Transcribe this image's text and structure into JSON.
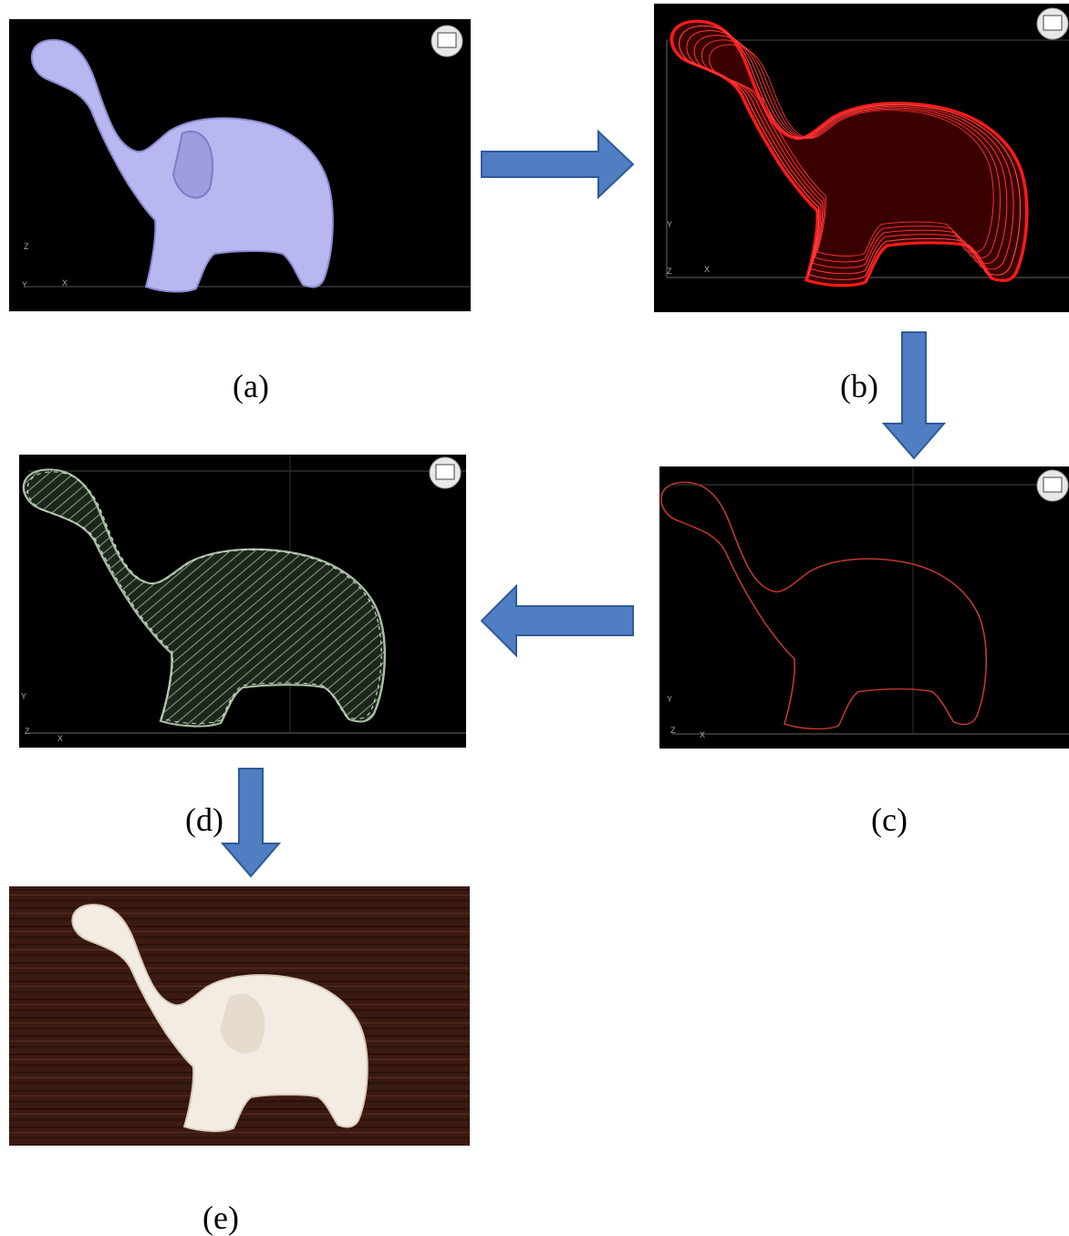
{
  "figure": {
    "labels": {
      "a": "(a)",
      "b": "(b)",
      "c": "(c)",
      "d": "(d)",
      "e": "(e)"
    },
    "axes": {
      "z": "Z",
      "x": "X",
      "y": "Y"
    },
    "colors": {
      "arrow_fill": "#4f7ec2",
      "arrow_stroke": "#2f5b97",
      "model_fill": "#b9b7ef",
      "wireframe": "#ff1a1a",
      "contour": "#c0392b",
      "infill": "#7f9a7a",
      "photo_background": "#3b1a12",
      "print_color": "#f3ece2"
    }
  }
}
